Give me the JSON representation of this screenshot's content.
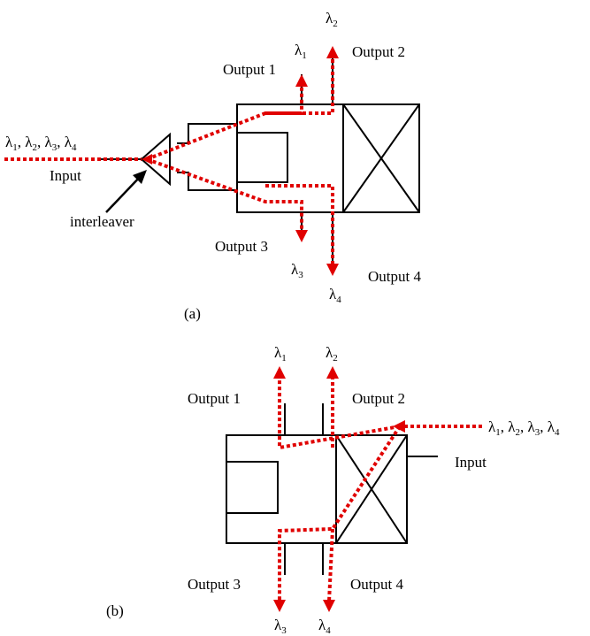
{
  "figure_a": {
    "panel_label": "(a)",
    "input_label": "Input",
    "interleaver_label": "interleaver",
    "outputs": {
      "o1": "Output 1",
      "o2": "Output 2",
      "o3": "Output 3",
      "o4": "Output 4"
    },
    "lambda_symbol": "λ",
    "input_subs": [
      "1",
      "2",
      "3",
      "4"
    ],
    "out_subs": {
      "o1": "1",
      "o2": "2",
      "o3": "3",
      "o4": "4"
    }
  },
  "figure_b": {
    "panel_label": "(b)",
    "input_label": "Input",
    "outputs": {
      "o1": "Output 1",
      "o2": "Output 2",
      "o3": "Output 3",
      "o4": "Output 4"
    },
    "lambda_symbol": "λ",
    "input_subs": [
      "1",
      "2",
      "3",
      "4"
    ],
    "out_subs": {
      "o1": "1",
      "o2": "2",
      "o3": "3",
      "o4": "4"
    }
  },
  "colors": {
    "beam": "#e00000",
    "lines": "#000000"
  }
}
